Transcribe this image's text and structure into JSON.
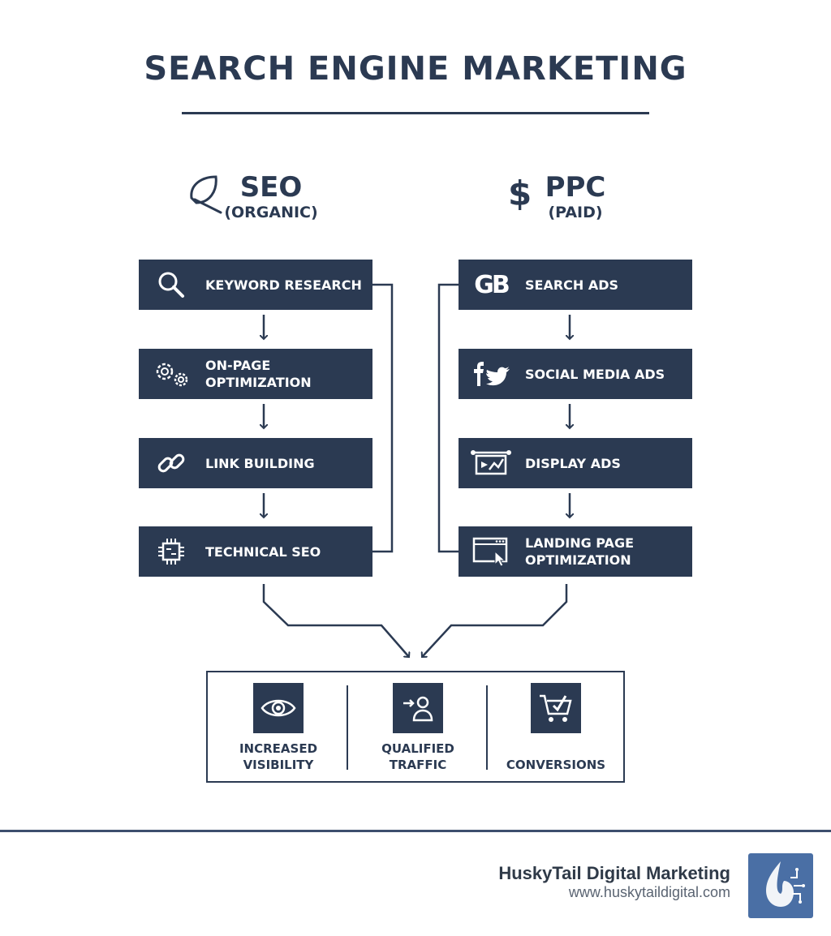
{
  "title": "SEARCH ENGINE MARKETING",
  "seo": {
    "heading": "SEO",
    "subheading": "(ORGANIC)",
    "icon": "leaf-icon",
    "steps": [
      {
        "label": "KEYWORD RESEARCH",
        "icon": "magnifier-icon"
      },
      {
        "label": "ON-PAGE\nOPTIMIZATION",
        "icon": "gears-icon"
      },
      {
        "label": "LINK BUILDING",
        "icon": "chain-link-icon"
      },
      {
        "label": "TECHNICAL SEO",
        "icon": "chip-icon"
      }
    ]
  },
  "ppc": {
    "heading": "PPC",
    "subheading": "(PAID)",
    "icon": "dollar-icon",
    "icon_glyph": "$",
    "steps": [
      {
        "label": "SEARCH ADS",
        "icon": "gb-logo-icon",
        "icon_text": "GB"
      },
      {
        "label": "SOCIAL MEDIA ADS",
        "icon": "facebook-twitter-icon"
      },
      {
        "label": "DISPLAY ADS",
        "icon": "display-banner-icon"
      },
      {
        "label": "LANDING PAGE\nOPTIMIZATION",
        "icon": "browser-cursor-icon"
      }
    ]
  },
  "outcomes": [
    {
      "label": "INCREASED\nVISIBILITY",
      "icon": "eye-icon"
    },
    {
      "label": "QUALIFIED\nTRAFFIC",
      "icon": "user-arrow-icon"
    },
    {
      "label": "CONVERSIONS",
      "icon": "cart-check-icon"
    }
  ],
  "footer": {
    "brand": "HuskyTail Digital Marketing",
    "url": "www.huskytaildigital.com"
  },
  "colors": {
    "navy": "#2b3a52",
    "footer_rule": "#3d4f6e",
    "logo_bg": "#4a6fa5"
  }
}
